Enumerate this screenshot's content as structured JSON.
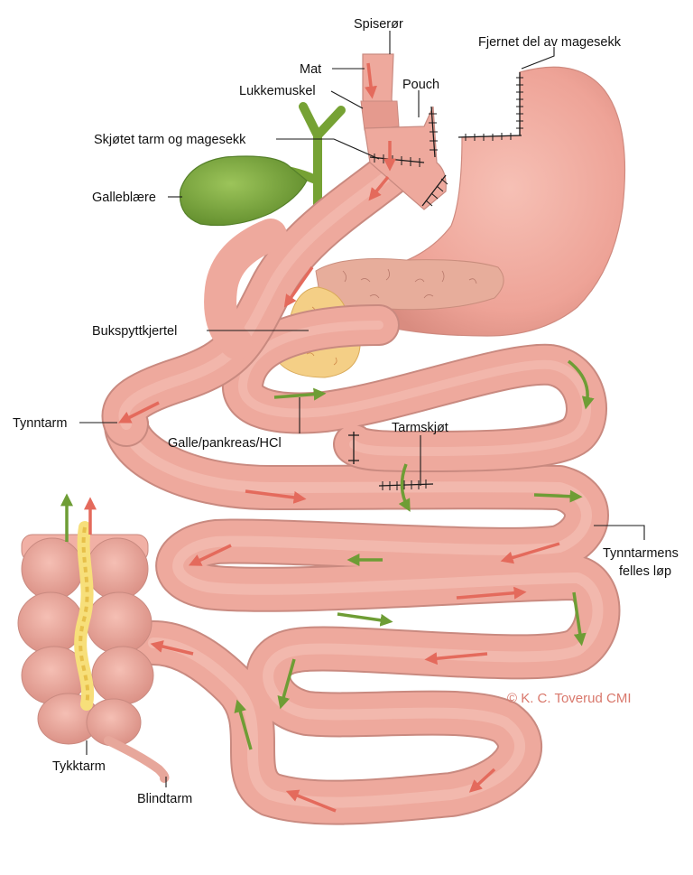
{
  "labels": {
    "esophagus": "Spiserør",
    "food": "Mat",
    "sphincter": "Lukkemuskel",
    "pouch": "Pouch",
    "removed_stomach": "Fjernet del av magesekk",
    "joined": "Skjøtet tarm og magesekk",
    "gallbladder": "Galleblære",
    "pancreas": "Bukspyttkjertel",
    "small_intestine": "Tynntarm",
    "bile_flow": "Galle/pankreas/HCl",
    "anastomosis": "Tarmskjøt",
    "common_channel_1": "Tynntarmens",
    "common_channel_2": "felles løp",
    "colon": "Tykktarm",
    "appendix": "Blindtarm"
  },
  "copyright": "© K. C. Toverud CMI",
  "colors": {
    "intestine": "#eea99d",
    "intestine_edge": "#c98a80",
    "stomach": "#f0aa9e",
    "gallbladder": "#7ea83c",
    "pancreas": "#f4cf86",
    "food_arrow": "#e46a5c",
    "juice_arrow": "#6e9d35"
  }
}
